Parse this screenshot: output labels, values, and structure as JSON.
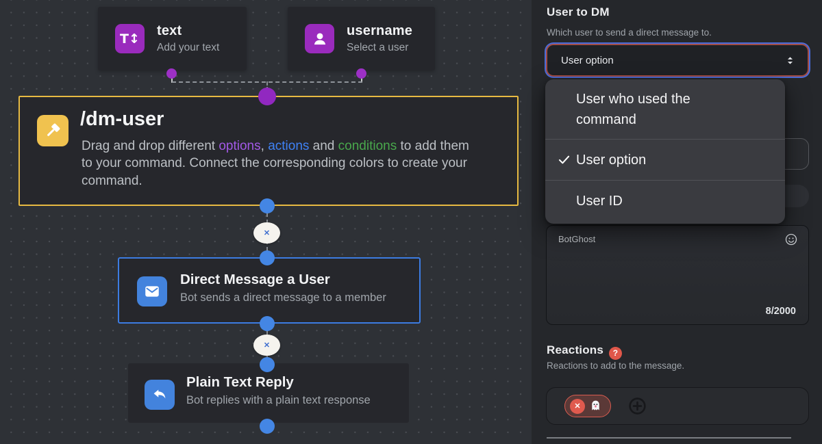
{
  "canvas": {
    "option_nodes": [
      {
        "title": "text",
        "subtitle": "Add your text",
        "icon": "text-size-icon",
        "glyph": "T↕"
      },
      {
        "title": "username",
        "subtitle": "Select a user",
        "icon": "user-icon"
      }
    ],
    "command_block": {
      "title": "/dm-user",
      "description": [
        {
          "text": "Drag and drop different ",
          "color": "#bcc0c5"
        },
        {
          "text": "options",
          "color": "#a259e6"
        },
        {
          "text": ", ",
          "color": "#bcc0c5"
        },
        {
          "text": "actions",
          "color": "#3f82f6"
        },
        {
          "text": " and ",
          "color": "#bcc0c5"
        },
        {
          "text": "conditions",
          "color": "#49a84c"
        },
        {
          "text": " to add them to your command. Connect the corresponding colors to create your command.",
          "color": "#bcc0c5"
        }
      ]
    },
    "action_blocks": [
      {
        "title": "Direct Message a User",
        "subtitle": "Bot sends a direct message to a member"
      },
      {
        "title": "Plain Text Reply",
        "subtitle": "Bot replies with a plain text response"
      }
    ],
    "unlink_glyph": "✕"
  },
  "panel": {
    "user_to_dm": {
      "label": "User to DM",
      "help": "Which user to send a direct message to.",
      "selected": "User option"
    },
    "dropdown": {
      "items": [
        {
          "label": "User who used the command",
          "checked": false
        },
        {
          "label": "User option",
          "checked": true
        },
        {
          "label": "User ID",
          "checked": false
        }
      ]
    },
    "message": {
      "value": "BotGhost",
      "counter": "8/2000"
    },
    "reactions": {
      "label": "Reactions",
      "help": "Reactions to add to the message.",
      "help_glyph": "?",
      "remove_glyph": "✕",
      "reaction": "ghost-emoji"
    }
  },
  "colors": {
    "accent_purple": "#9a2bbd",
    "accent_blue": "#4383dd",
    "accent_yellow": "#f0c24f",
    "accent_green": "#49a84c",
    "danger_red": "#e0574a"
  }
}
